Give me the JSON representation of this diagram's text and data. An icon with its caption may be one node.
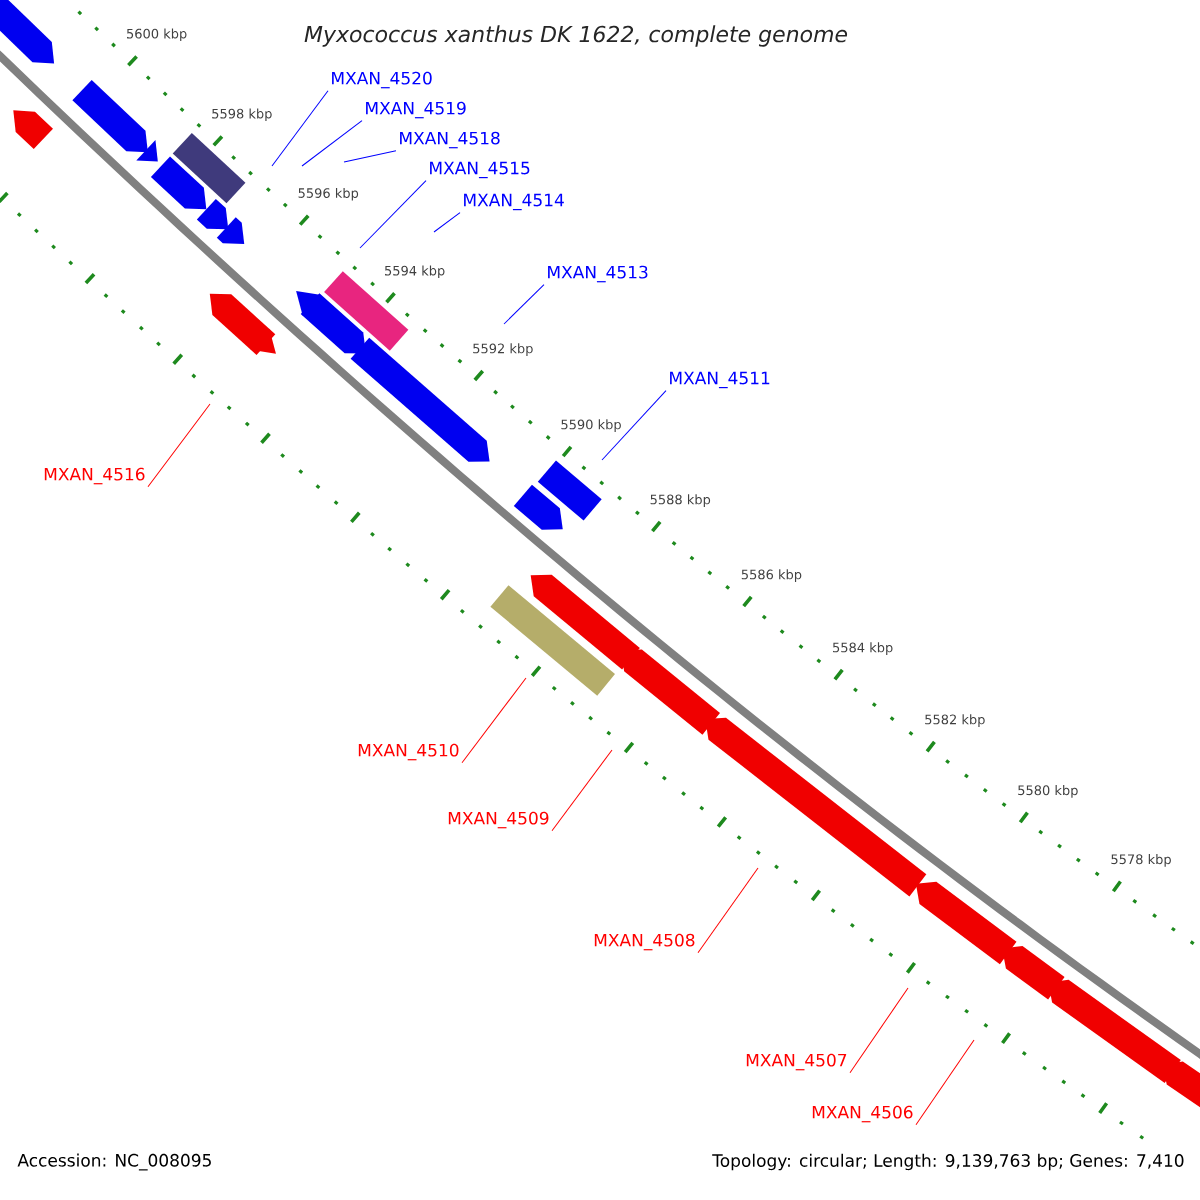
{
  "diagram": {
    "title": "Myxococcus xanthus DK 1622, complete genome",
    "nodes": [
      {
        "text": [
          "MXAN_4520"
        ]
      },
      {
        "text": [
          "MXAN_4519"
        ]
      },
      {
        "text": [
          "MXAN_4518"
        ]
      },
      {
        "text": [
          "MXAN_4515"
        ]
      },
      {
        "text": [
          "MXAN_4514"
        ]
      },
      {
        "text": [
          "MXAN_4513"
        ]
      },
      {
        "text": [
          "MXAN_4511"
        ]
      },
      {
        "text": [
          "MXAN_4516"
        ]
      },
      {
        "text": [
          "MXAN_4510"
        ]
      },
      {
        "text": [
          "MXAN_4509"
        ]
      },
      {
        "text": [
          "MXAN_4508"
        ]
      },
      {
        "text": [
          "MXAN_4507"
        ]
      },
      {
        "text": [
          "MXAN_4506"
        ]
      }
    ],
    "edges": [
      {
        "from": 0,
        "to": null,
        "arrow": "none",
        "color": "#0000ff"
      },
      {
        "from": 1,
        "to": null,
        "arrow": "none",
        "color": "#0000ff"
      },
      {
        "from": 2,
        "to": null,
        "arrow": "none",
        "color": "#0000ff"
      },
      {
        "from": 3,
        "to": null,
        "arrow": "none",
        "color": "#0000ff"
      },
      {
        "from": 4,
        "to": null,
        "arrow": "none",
        "color": "#0000ff"
      },
      {
        "from": 5,
        "to": null,
        "arrow": "none",
        "color": "#0000ff"
      },
      {
        "from": 6,
        "to": null,
        "arrow": "none",
        "color": "#0000ff"
      },
      {
        "from": 7,
        "to": null,
        "arrow": "none",
        "color": "#ff0000"
      },
      {
        "from": 8,
        "to": null,
        "arrow": "none",
        "color": "#ff0000"
      },
      {
        "from": 9,
        "to": null,
        "arrow": "none",
        "color": "#ff0000"
      },
      {
        "from": 10,
        "to": null,
        "arrow": "none",
        "color": "#ff0000"
      },
      {
        "from": 11,
        "to": null,
        "arrow": "none",
        "color": "#ff0000"
      },
      {
        "from": 12,
        "to": null,
        "arrow": "none",
        "color": "#ff0000"
      }
    ],
    "labels": [
      "5600 kbp",
      "5598 kbp",
      "5596 kbp",
      "5594 kbp",
      "5592 kbp",
      "5590 kbp",
      "5588 kbp",
      "5586 kbp",
      "5584 kbp",
      "5582 kbp",
      "5580 kbp",
      "5578 kbp",
      "Accession: NC_008095",
      "Topology: circular; Length: 9,139,763 bp; Genes: 7,410"
    ]
  }
}
